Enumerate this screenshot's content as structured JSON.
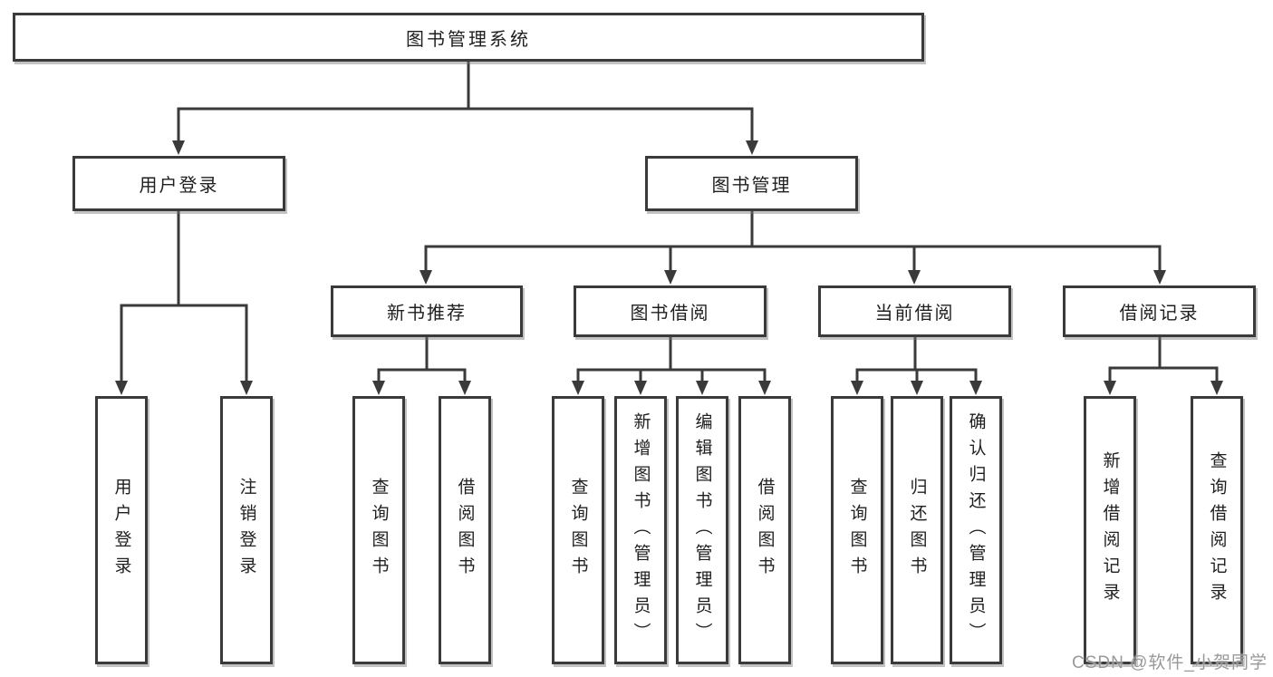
{
  "diagram": {
    "title": "图书管理系统",
    "colors": {
      "line": "#3a3a3a",
      "box_border": "#3a3a3a",
      "box_fill": "#ffffff",
      "text": "#1f1f1f",
      "watermark": "#949494"
    },
    "nodes": {
      "user_login": {
        "label": "用户登录",
        "children": {
          "login": "用户登录",
          "logout": "注销登录"
        }
      },
      "book_mgmt": {
        "label": "图书管理",
        "children": {
          "new_books": {
            "label": "新书推荐",
            "children": {
              "query": "查询图书",
              "borrow": "借阅图书"
            }
          },
          "book_borrow": {
            "label": "图书借阅",
            "children": {
              "query": "查询图书",
              "add": "新增图书（管理员）",
              "edit": "编辑图书（管理员）",
              "borrow": "借阅图书"
            }
          },
          "current_borrow": {
            "label": "当前借阅",
            "children": {
              "query": "查询图书",
              "return": "归还图书",
              "confirm": "确认归还（管理员）"
            }
          },
          "borrow_records": {
            "label": "借阅记录",
            "children": {
              "add": "新增借阅记录",
              "query": "查询借阅记录"
            }
          }
        }
      }
    },
    "watermark": "CSDN @软件_小贺同学"
  }
}
